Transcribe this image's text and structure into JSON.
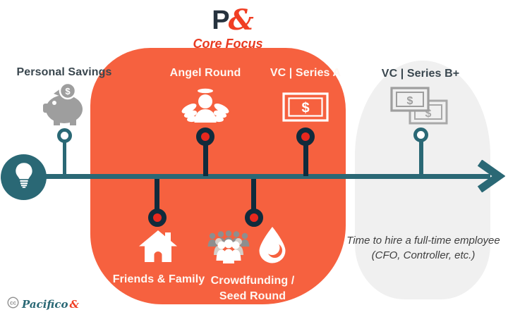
{
  "header": {
    "logo_p": "P",
    "logo_amp": "&",
    "subtitle": "Core Focus"
  },
  "stages": {
    "personal_savings": {
      "label": "Personal Savings",
      "icon": "piggy-bank-icon",
      "side": "above",
      "zone": "outside-core"
    },
    "angel_round": {
      "label": "Angel Round",
      "icon": "angel-icon",
      "side": "above",
      "zone": "core-focus"
    },
    "vc_series_a": {
      "label": "VC | Series A",
      "icon": "money-bill-icon",
      "side": "above",
      "zone": "core-focus"
    },
    "friends_family": {
      "label": "Friends & Family",
      "icon": "house-icon",
      "side": "below",
      "zone": "core-focus"
    },
    "crowdfunding": {
      "label_line1": "Crowdfunding /",
      "label_line2": "Seed Round",
      "icons": [
        "crowd-icon",
        "water-drop-icon"
      ],
      "side": "below",
      "zone": "core-focus"
    },
    "vc_series_b": {
      "label": "VC | Series B+",
      "icon": "money-bills-icon",
      "side": "above",
      "zone": "later-stage"
    }
  },
  "note": {
    "line1": "Time to hire a full-time employee",
    "line2": "(CFO, Controller, etc.)"
  },
  "footer": {
    "cc": "cc",
    "brand": "Pacifico",
    "brand_amp": "&"
  },
  "icons": {
    "dollar_sign": "$",
    "timeline_start": "lightbulb-icon",
    "timeline": "arrow-right"
  },
  "colors": {
    "core_blob_orange": "#F6613F",
    "later_stage_gray": "#F0F0F0",
    "timeline_teal": "#2A6875",
    "marker_navy": "#102B3C",
    "marker_red_center": "#E8281E",
    "gray_icon": "#9E9E9E",
    "dark_label": "#3A474F",
    "accent_red": "#F03E23",
    "white": "#FFFFFF"
  }
}
